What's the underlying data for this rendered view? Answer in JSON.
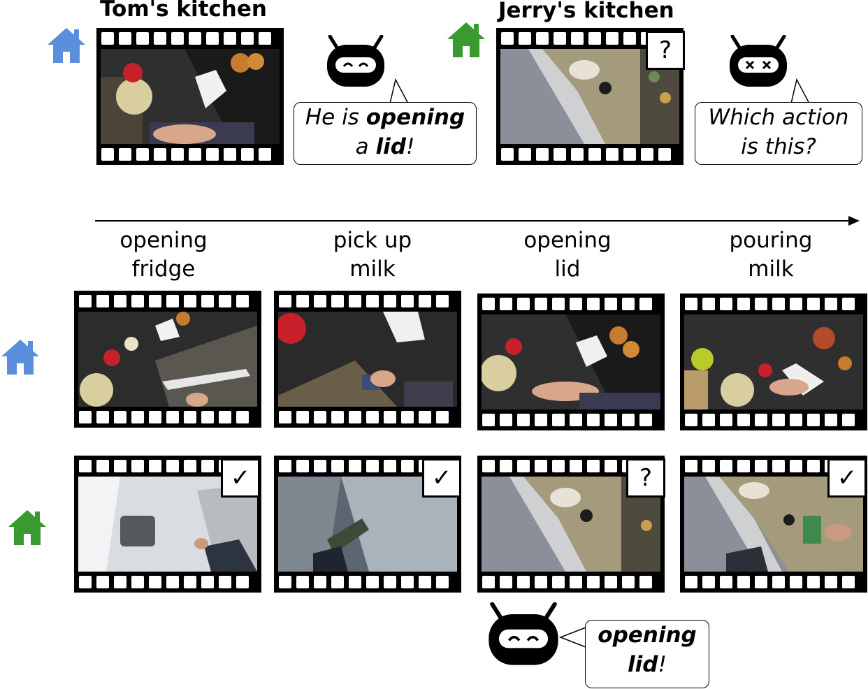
{
  "colors": {
    "tom_house": "#5b8fdc",
    "jerry_house": "#3a9a30",
    "film": "#000000"
  },
  "top": {
    "tom_title": "Tom's kitchen",
    "jerry_title": "Jerry's kitchen",
    "tom_bubble": {
      "pre": "He is ",
      "bold1": "opening",
      "mid": "a ",
      "bold2": "lid",
      "post": "!"
    },
    "jerry_bubble": {
      "line1": "Which action",
      "line2": "is this?"
    },
    "jerry_badge": "?"
  },
  "timeline": {
    "steps": [
      {
        "line1": "opening",
        "line2": "fridge"
      },
      {
        "line1": "pick up",
        "line2": "milk"
      },
      {
        "line1": "opening",
        "line2": "lid"
      },
      {
        "line1": "pouring",
        "line2": "milk"
      }
    ]
  },
  "bottom_badges": [
    "✓",
    "✓",
    "?",
    "✓"
  ],
  "answer_bubble": {
    "bold1": "opening",
    "bold2": "lid",
    "post": "!"
  },
  "icons": [
    "house-icon",
    "robot-icon",
    "film-strip-icon",
    "check-icon",
    "question-icon",
    "arrow-icon"
  ]
}
